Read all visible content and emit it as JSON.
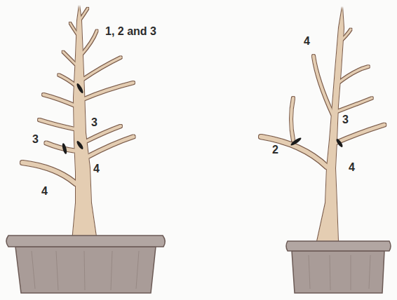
{
  "diagram": {
    "labels": [
      "1, 2 and 3",
      "3",
      "3",
      "4",
      "4",
      "4",
      "2",
      "3",
      "4"
    ]
  }
}
